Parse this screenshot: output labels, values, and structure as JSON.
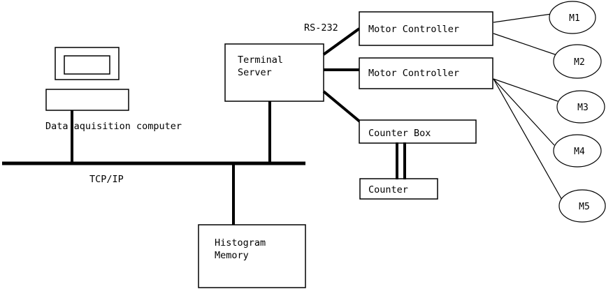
{
  "diagram": {
    "title": "Data acquisition system block diagram",
    "stroke_color": "#000000",
    "background_color": "#ffffff",
    "nodes": {
      "monitor": {
        "label": ""
      },
      "keyboard": {
        "label": ""
      },
      "computer_caption": {
        "label": "Data aquisition computer"
      },
      "terminal_server": {
        "line1": "Terminal",
        "line2": "Server"
      },
      "motor_controller_1": {
        "label": "Motor Controller"
      },
      "motor_controller_2": {
        "label": "Motor Controller"
      },
      "counter_box": {
        "label": "Counter Box"
      },
      "counter": {
        "label": "Counter"
      },
      "histogram_memory": {
        "line1": "Histogram",
        "line2": "Memory"
      },
      "motors": [
        {
          "id": "m1",
          "label": "M1"
        },
        {
          "id": "m2",
          "label": "M2"
        },
        {
          "id": "m3",
          "label": "M3"
        },
        {
          "id": "m4",
          "label": "M4"
        },
        {
          "id": "m5",
          "label": "M5"
        }
      ]
    },
    "link_labels": {
      "rs232": "RS-232",
      "tcpip": "TCP/IP"
    }
  }
}
